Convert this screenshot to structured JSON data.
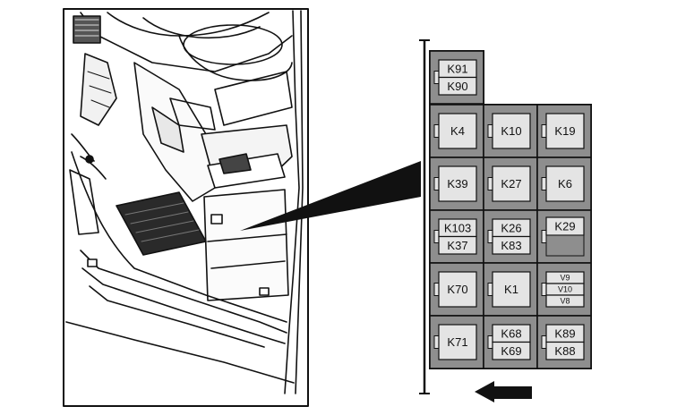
{
  "colors": {
    "page_bg": "#ffffff",
    "line": "#111111",
    "cell_fill": "#8e8e8e",
    "label_box_fill": "#e4e4e4"
  },
  "pointer": "arrow-left",
  "relay_panel": {
    "cells": [
      {
        "id": "k91-k90",
        "labels": [
          "K91",
          "K90"
        ],
        "kind": "double"
      },
      {
        "id": "k4",
        "labels": [
          "K4"
        ],
        "kind": "single"
      },
      {
        "id": "k10",
        "labels": [
          "K10"
        ],
        "kind": "single"
      },
      {
        "id": "k19",
        "labels": [
          "K19"
        ],
        "kind": "single"
      },
      {
        "id": "k39",
        "labels": [
          "K39"
        ],
        "kind": "single"
      },
      {
        "id": "k27",
        "labels": [
          "K27"
        ],
        "kind": "single"
      },
      {
        "id": "k6",
        "labels": [
          "K6"
        ],
        "kind": "single"
      },
      {
        "id": "k103-k37",
        "labels": [
          "K103",
          "K37"
        ],
        "kind": "double"
      },
      {
        "id": "k26-k83",
        "labels": [
          "K26",
          "K83"
        ],
        "kind": "double"
      },
      {
        "id": "k29",
        "labels": [
          "K29"
        ],
        "kind": "top"
      },
      {
        "id": "k70",
        "labels": [
          "K70"
        ],
        "kind": "single"
      },
      {
        "id": "k1",
        "labels": [
          "K1"
        ],
        "kind": "single"
      },
      {
        "id": "v9-v10-v8",
        "labels": [
          "V9",
          "V10",
          "V8"
        ],
        "kind": "triple"
      },
      {
        "id": "k71",
        "labels": [
          "K71"
        ],
        "kind": "single"
      },
      {
        "id": "k68-k69",
        "labels": [
          "K68",
          "K69"
        ],
        "kind": "double"
      },
      {
        "id": "k89-k88",
        "labels": [
          "K89",
          "K88"
        ],
        "kind": "double"
      }
    ]
  }
}
